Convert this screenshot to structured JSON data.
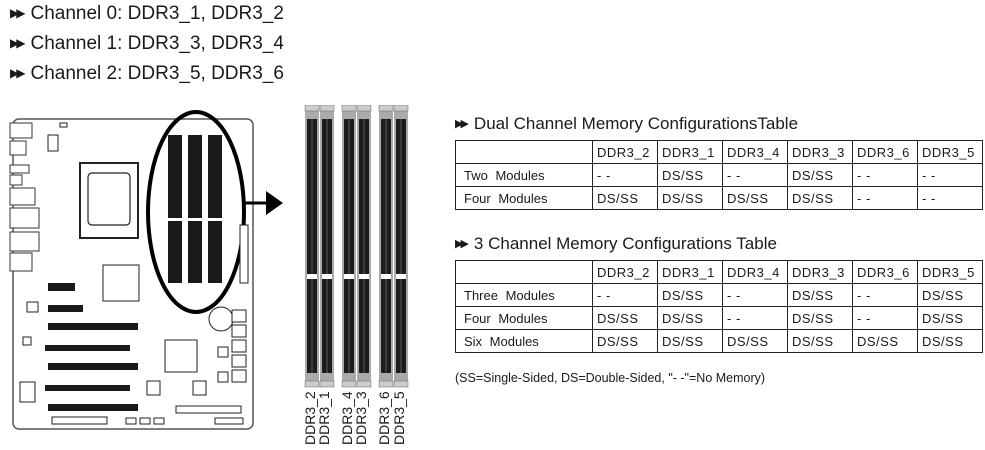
{
  "channels": [
    {
      "label": "Channel 0: DDR3_1, DDR3_2"
    },
    {
      "label": "Channel 1: DDR3_3, DDR3_4"
    },
    {
      "label": "Channel 2: DDR3_5, DDR3_6"
    }
  ],
  "bullet_icon": "▶▶",
  "slot_labels": [
    "DDR3_2",
    "DDR3_1",
    "DDR3_4",
    "DDR3_3",
    "DDR3_6",
    "DDR3_5"
  ],
  "dual_table": {
    "title": "Dual Channel Memory ConfigurationsTable",
    "columns": [
      "",
      "DDR3_2",
      "DDR3_1",
      "DDR3_4",
      "DDR3_3",
      "DDR3_6",
      "DDR3_5"
    ],
    "rows": [
      {
        "label": "Two Modules",
        "cells": [
          "- -",
          "DS/SS",
          "- -",
          "DS/SS",
          "- -",
          "- -"
        ]
      },
      {
        "label": "Four Modules",
        "cells": [
          "DS/SS",
          "DS/SS",
          "DS/SS",
          "DS/SS",
          "- -",
          "- -"
        ]
      }
    ]
  },
  "tri_table": {
    "title": "3 Channel Memory Configurations Table",
    "columns": [
      "",
      "DDR3_2",
      "DDR3_1",
      "DDR3_4",
      "DDR3_3",
      "DDR3_6",
      "DDR3_5"
    ],
    "rows": [
      {
        "label": "Three Modules",
        "cells": [
          "- -",
          "DS/SS",
          "- -",
          "DS/SS",
          "- -",
          "DS/SS"
        ]
      },
      {
        "label": "Four Modules",
        "cells": [
          "DS/SS",
          "DS/SS",
          "- -",
          "DS/SS",
          "- -",
          "DS/SS"
        ]
      },
      {
        "label": "Six Modules",
        "cells": [
          "DS/SS",
          "DS/SS",
          "DS/SS",
          "DS/SS",
          "DS/SS",
          "DS/SS"
        ]
      }
    ]
  },
  "legend": "(SS=Single-Sided, DS=Double-Sided, \"- -\"=No Memory)"
}
